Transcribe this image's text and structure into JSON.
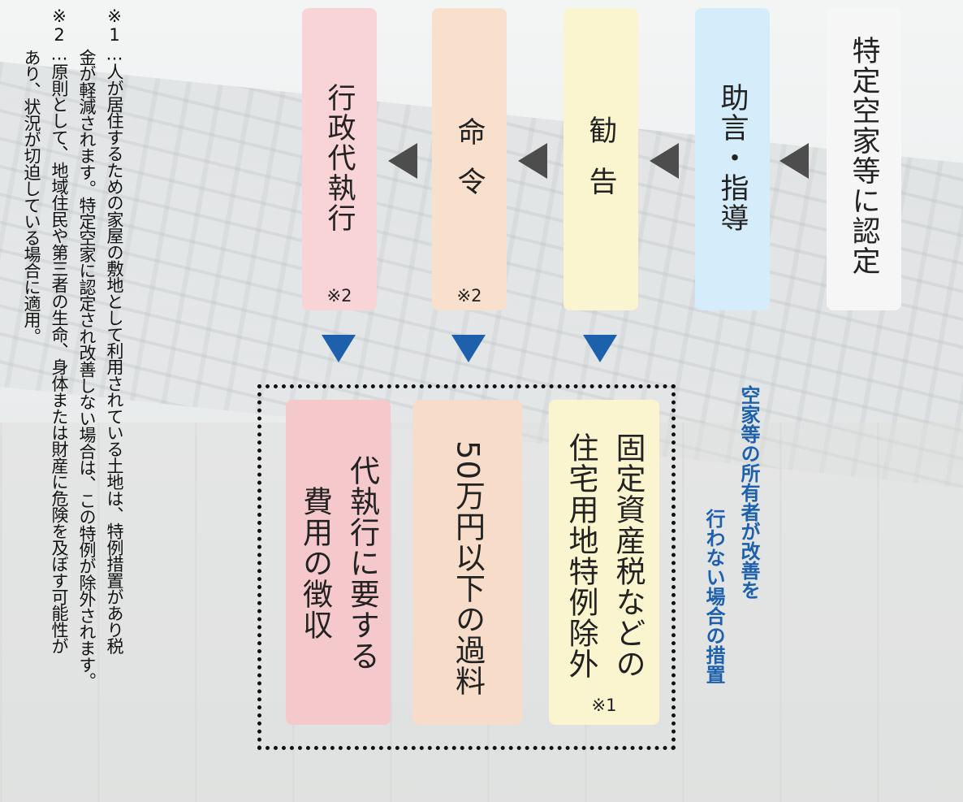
{
  "steps": {
    "s1": "特定空家等に認定",
    "s2": "助言・指導",
    "s3": "勧告",
    "s4": "命令",
    "s4_note": "※2",
    "s5": "行政代執行",
    "s5_note": "※2"
  },
  "measures": {
    "m1_line1": "固定資産税などの",
    "m1_line2": "住宅用地特例除外",
    "m1_note": "※1",
    "m2": "50万円以下の過料",
    "m3_line1": "代執行に要する",
    "m3_line2": "費用の徴収"
  },
  "caption": {
    "line1": "空家等の所有者が改善を",
    "line2": "行わない場合の措置"
  },
  "footnotes": {
    "n1_line1": "※1…人が居住するための家屋の敷地として利用されている土地は、特例措置があり税",
    "n1_line2": "金が軽減されます。特定空家に認定され改善しない場合は、この特例が除外されます。",
    "n2_line1": "※2…原則として、地域住民や第三者の生命、身体または財産に危険を及ぼす可能性が",
    "n2_line2": "あり、状況が切迫している場合に適用。"
  },
  "colors": {
    "step1": "#f6f6f6",
    "step2": "#d5edfa",
    "step3": "#fbf5cf",
    "step4": "#f9e0cc",
    "step5": "#f8d4d6",
    "measure1": "#fbf5cf",
    "measure2": "#f6dcc9",
    "measure3": "#f5c9cb",
    "arrow_left": "#4d4d4d",
    "arrow_down": "#1d61ad",
    "caption": "#1d61ad"
  },
  "icons": [
    "arrow-left",
    "arrow-down"
  ]
}
